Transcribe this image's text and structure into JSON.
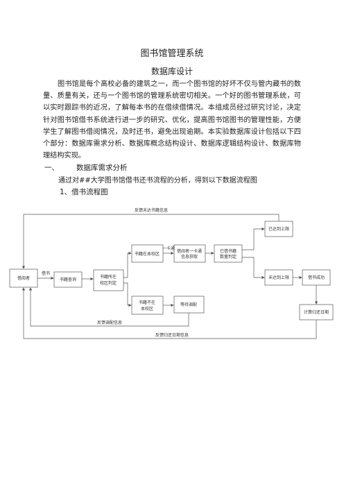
{
  "document": {
    "title": "图书馆管理系统",
    "subtitle": "数据库设计",
    "intro": "图书馆是每个高校必备的建筑之一，而一个图书馆的好坏不仅与管内藏书的数量、质量有关，还与一个图书馆的管理系统密切相关。一个好的图书管理系统，可以实时跟踪书的近况，了解每本书的在借续借情况。本组成员经过研究讨论，决定针对图书馆借书系统进行进一步的研究、优化，提高图书馆图书的管理性能，方便学生了解图书借阅情况，及时还书，避免出现逾期。本实验数据库设计包括以下四个部分：数据库需求分析、数据库概念结构设计、数据库逻辑结构设计、数据库物理结构实现。",
    "section1": {
      "number": "一、",
      "title": "数据库需求分析",
      "text": "通过对##大学图书馆借书还书流程的分析，得到以下数据流程图",
      "sub_title": "1、借书流程图"
    }
  },
  "flowchart": {
    "nodes": {
      "borrower": "借阅者",
      "query": "书籍查询",
      "judge_campus": [
        "书籍所在",
        "校区判定"
      ],
      "in_campus": "书籍在本校区",
      "not_in_campus": [
        "书籍不在",
        "本校区"
      ],
      "card_info": [
        "借阅者一卡通",
        "信息获取"
      ],
      "count_judge": [
        "已借书籍",
        "数量判定"
      ],
      "reached_limit": "已达到上限",
      "not_reached": "未达到上限",
      "borrow_success": "借书成功",
      "due_date": "计算归还日期",
      "transfer": "等待调配"
    },
    "labels": {
      "borrow": "借书",
      "card": "一卡通",
      "feedback_unable": "反馈未达书籍信息",
      "feedback_transfer": "反馈调配信息",
      "feedback_due": "反馈归还日期信息"
    }
  }
}
